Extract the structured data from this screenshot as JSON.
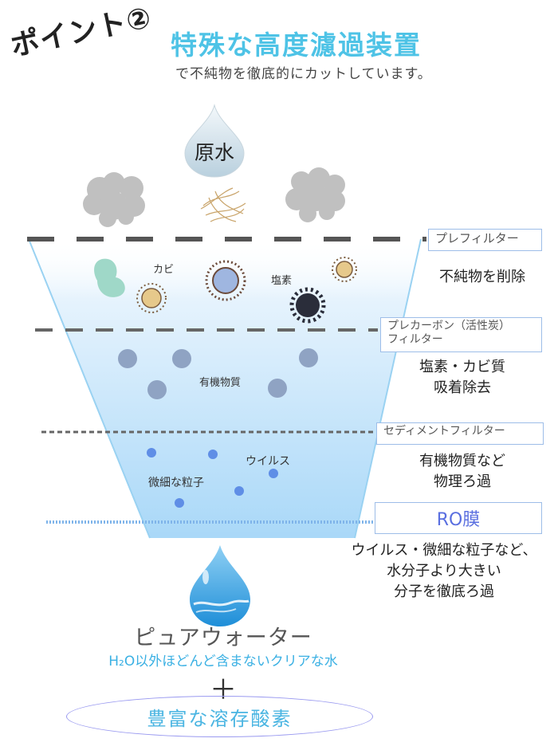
{
  "header": {
    "point": "ポイント②",
    "title": "特殊な高度濾過装置",
    "subtitle": "で不純物を徹底的にカットしています。"
  },
  "diagram": {
    "raw_water": "原水",
    "filters": [
      {
        "label": "プレフィルター",
        "desc": [
          "不純物を削除"
        ]
      },
      {
        "label": "プレカーボン（活性炭）フィルター",
        "label_lines": [
          "プレカーボン（活性炭）",
          "フィルター"
        ],
        "desc": [
          "塩素・カビ質",
          "吸着除去"
        ]
      },
      {
        "label": "セディメントフィルター",
        "desc": [
          "有機物質など",
          "物理ろ過"
        ]
      },
      {
        "label": "RO膜",
        "desc": [
          "ウイルス・微細な粒子など、",
          "水分子より大きい",
          "分子を徹底ろ過"
        ]
      }
    ],
    "contaminants": {
      "mold": "カビ",
      "chlorine": "塩素",
      "organic": "有機物質",
      "virus": "ウイルス",
      "particles": "微細な粒子"
    },
    "result": {
      "name": "ピュアウォーター",
      "note": "H₂O以外ほどんど含まないクリアな水",
      "plus": "＋",
      "extra": "豊富な溶存酸素"
    }
  },
  "colors": {
    "title": "#4ec3e6",
    "box_border": "#9dbde8",
    "ro_text": "#5a6fe0",
    "water_blue": "#bfe3fb"
  }
}
